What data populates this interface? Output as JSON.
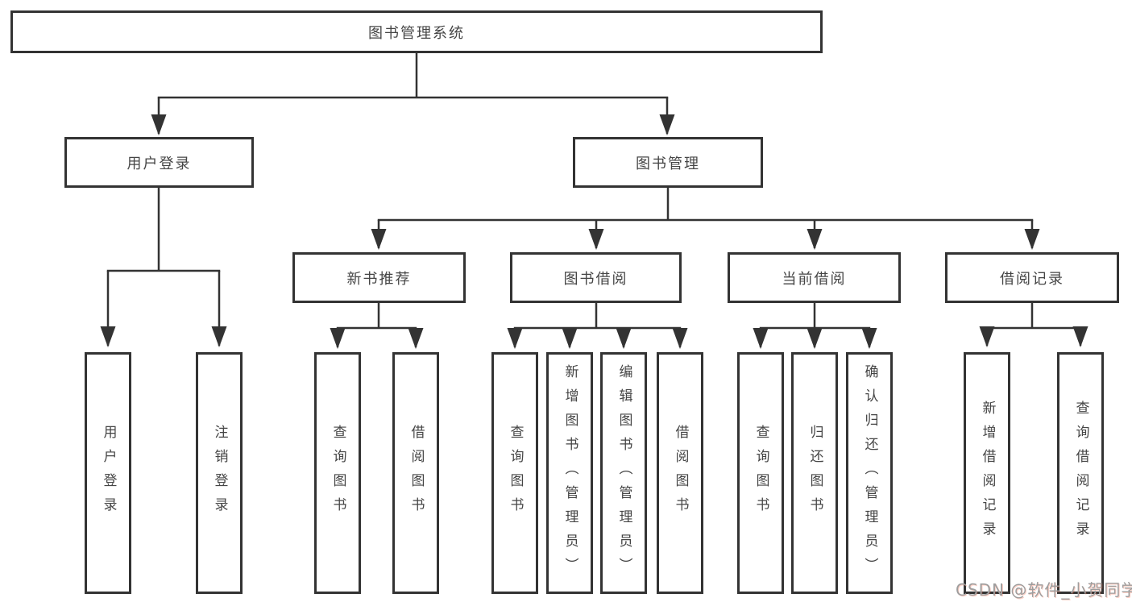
{
  "tree": {
    "root": "图书管理系统",
    "login_branch": {
      "label": "用户登录",
      "children": [
        "用户登录",
        "注销登录"
      ]
    },
    "mgmt_branch": {
      "label": "图书管理",
      "sections": [
        {
          "label": "新书推荐",
          "children": [
            "查询图书",
            "借阅图书"
          ]
        },
        {
          "label": "图书借阅",
          "children": [
            "查询图书",
            "新增图书（管理员）",
            "编辑图书（管理员）",
            "借阅图书"
          ]
        },
        {
          "label": "当前借阅",
          "children": [
            "查询图书",
            "归还图书",
            "确认归还（管理员）"
          ]
        },
        {
          "label": "借阅记录",
          "children": [
            "新增借阅记录",
            "查询借阅记录"
          ]
        }
      ]
    }
  },
  "watermark": "CSDN @软件_小贺同学",
  "colors": {
    "line": "#333333",
    "box_border": "#333333",
    "text": "#454545",
    "watermark": "#9e9e9e",
    "background": "#ffffff"
  }
}
